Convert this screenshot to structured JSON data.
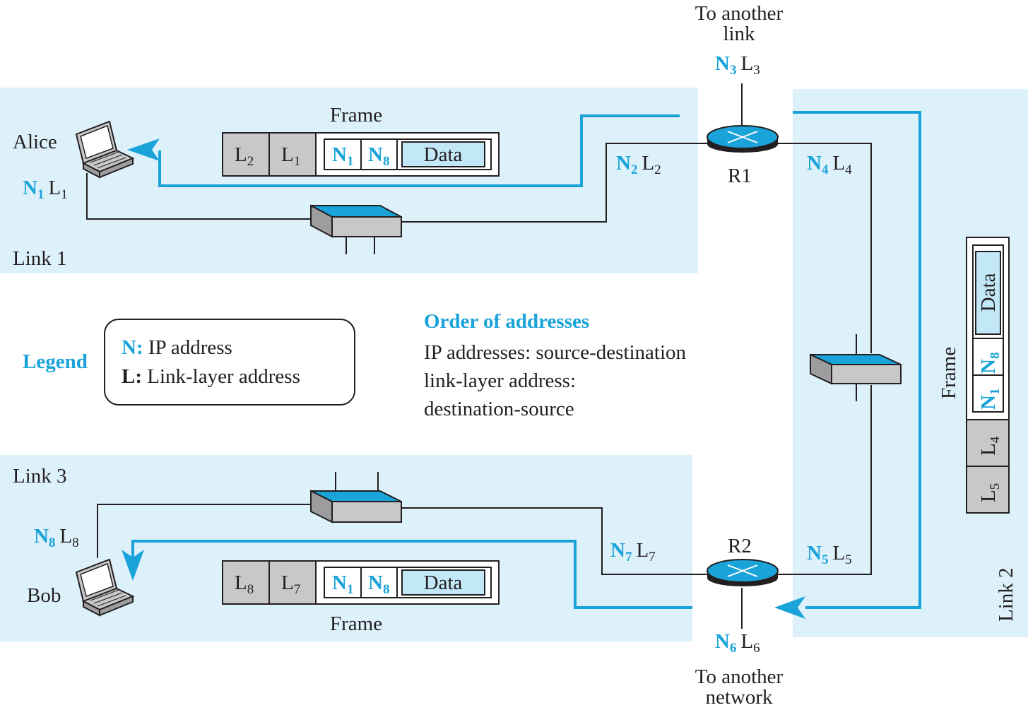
{
  "links": {
    "link1": "Link 1",
    "link2": "Link 2",
    "link3": "Link 3"
  },
  "hosts": {
    "alice": "Alice",
    "bob": "Bob"
  },
  "routers": {
    "r1": "R1",
    "r2": "R2"
  },
  "addresses": {
    "alice": {
      "n": "N",
      "n_sub": "1",
      "l": "L",
      "l_sub": "1"
    },
    "bob": {
      "n": "N",
      "n_sub": "8",
      "l": "L",
      "l_sub": "8"
    },
    "r1_link1": {
      "n": "N",
      "n_sub": "2",
      "l": "L",
      "l_sub": "2"
    },
    "r1_top": {
      "n": "N",
      "n_sub": "3",
      "l": "L",
      "l_sub": "3"
    },
    "r1_link2": {
      "n": "N",
      "n_sub": "4",
      "l": "L",
      "l_sub": "4"
    },
    "r2_link2": {
      "n": "N",
      "n_sub": "5",
      "l": "L",
      "l_sub": "5"
    },
    "r2_bottom": {
      "n": "N",
      "n_sub": "6",
      "l": "L",
      "l_sub": "6"
    },
    "r2_link3": {
      "n": "N",
      "n_sub": "7",
      "l": "L",
      "l_sub": "7"
    }
  },
  "external": {
    "top_line1": "To another",
    "top_line2": "link",
    "bottom_line1": "To another",
    "bottom_line2": "network"
  },
  "frames": {
    "label": "Frame",
    "data_label": "Data",
    "frame1": {
      "dst": {
        "t": "L",
        "s": "2"
      },
      "src": {
        "t": "L",
        "s": "1"
      },
      "ip_src": {
        "t": "N",
        "s": "1"
      },
      "ip_dst": {
        "t": "N",
        "s": "8"
      }
    },
    "frame2": {
      "dst": {
        "t": "L",
        "s": "5"
      },
      "src": {
        "t": "L",
        "s": "4"
      },
      "ip_src": {
        "t": "N",
        "s": "1"
      },
      "ip_dst": {
        "t": "N",
        "s": "8"
      }
    },
    "frame3": {
      "dst": {
        "t": "L",
        "s": "8"
      },
      "src": {
        "t": "L",
        "s": "7"
      },
      "ip_src": {
        "t": "N",
        "s": "1"
      },
      "ip_dst": {
        "t": "N",
        "s": "8"
      }
    }
  },
  "legend": {
    "title": "Legend",
    "n_key": "N:",
    "n_desc": " IP address",
    "l_key": "L:",
    "l_desc": " Link-layer address"
  },
  "order": {
    "title": "Order of addresses",
    "line1": "IP addresses: source-destination",
    "line2": "link-layer address:",
    "line3": "destination-source"
  },
  "colors": {
    "accent": "#1aa3d9",
    "link_background": "#ddf1fb",
    "device_top": "#1aa3d9",
    "gray_field": "#c8c8c9",
    "data_field": "#c2e8f8"
  }
}
